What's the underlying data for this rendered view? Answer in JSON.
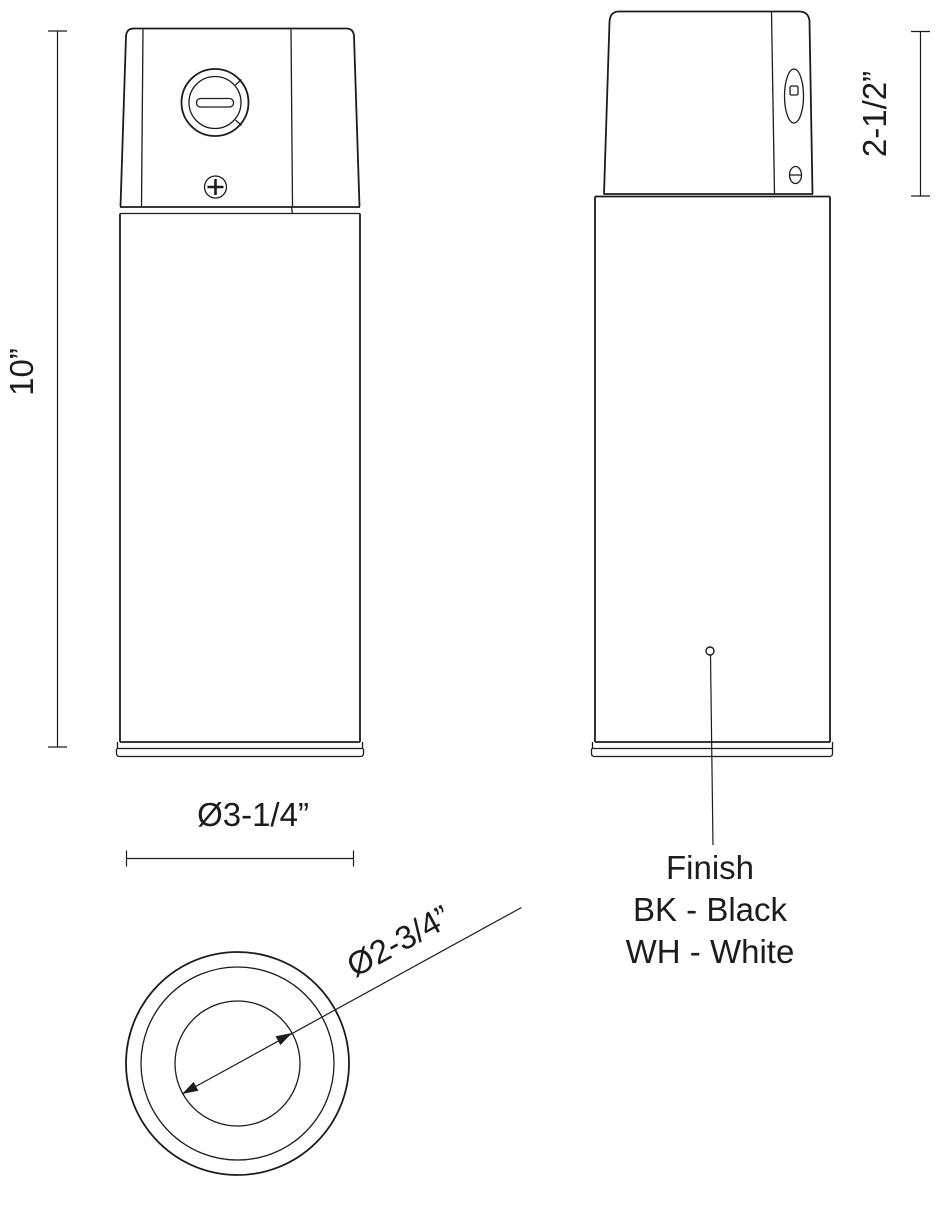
{
  "drawing": {
    "front_view": {
      "height_label": "10”",
      "base_diameter_label": "Ø3-1/4”"
    },
    "side_view": {
      "top_height_label": "2-1/2”"
    },
    "bottom_view": {
      "inner_diameter_label": "Ø2-3/4”"
    },
    "finish": {
      "title": "Finish",
      "options": [
        "BK - Black",
        "WH - White"
      ]
    },
    "colors": {
      "line": "#1c1c1c",
      "background": "#ffffff"
    }
  }
}
